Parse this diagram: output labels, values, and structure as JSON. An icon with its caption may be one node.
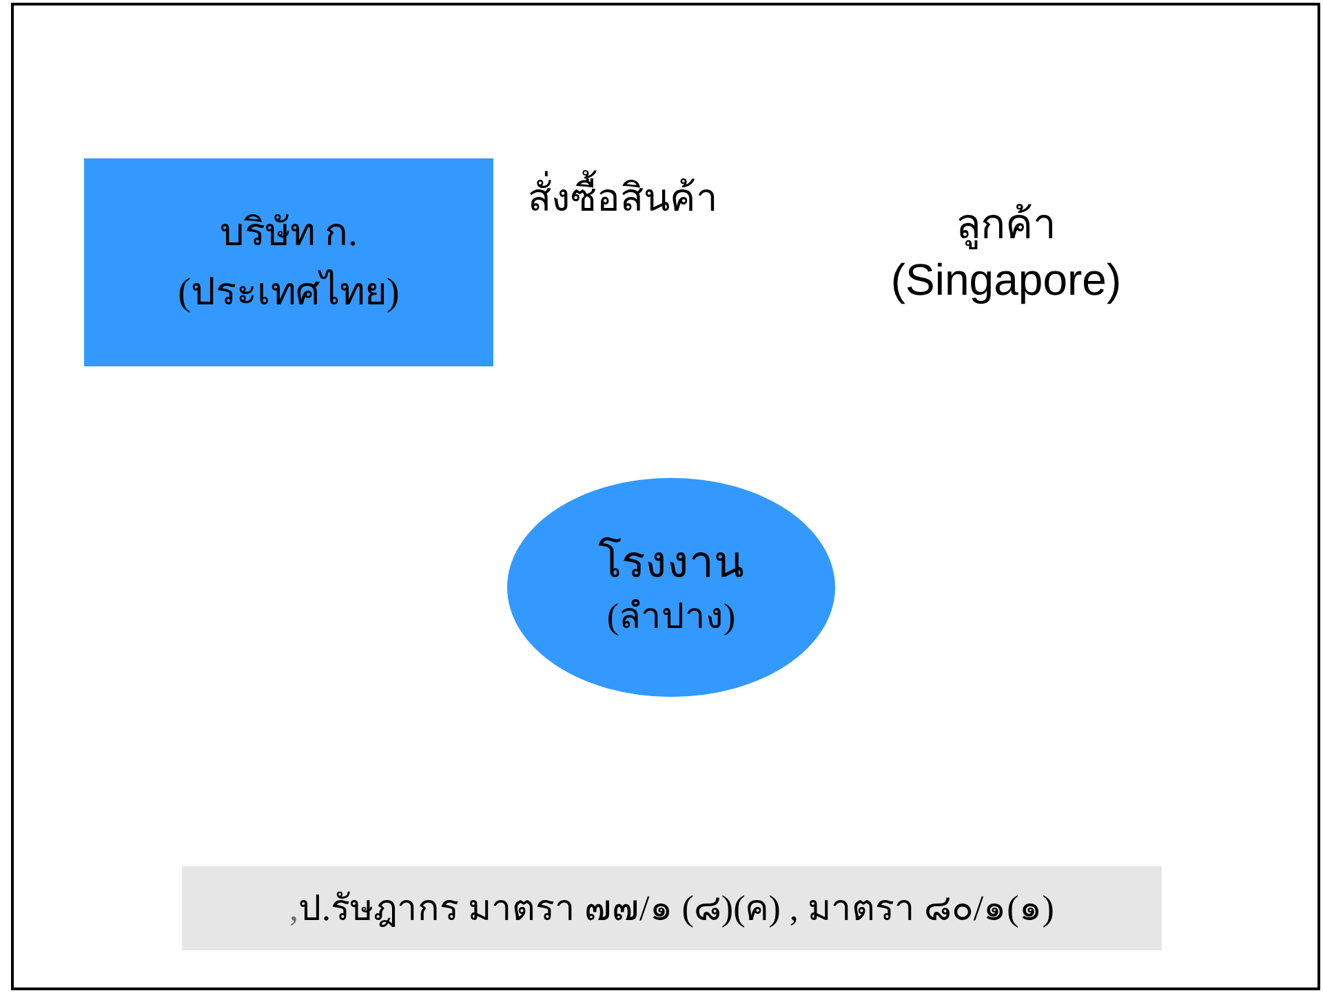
{
  "diagram": {
    "nodes": [
      {
        "text": [
          "บริษัท ก.",
          "(ประเทศไทย)"
        ]
      },
      {
        "text": [
          "โรงงาน",
          "(ลำปาง)"
        ]
      },
      {
        "text": [
          ",",
          "ป.รัษฎากร มาตรา ๗๗/๑ (๘)(ค) , มาตรา ๘๐/๑(๑)"
        ]
      }
    ],
    "labels": [
      "สั่งซื้อสินค้า",
      "ลูกค้า",
      "(Singapore)"
    ]
  }
}
